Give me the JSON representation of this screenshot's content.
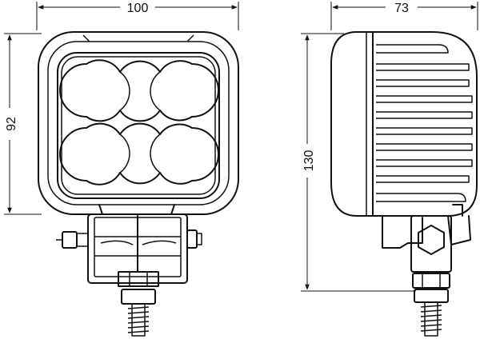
{
  "dimensions": {
    "front_width": "100",
    "front_height": "92",
    "side_depth": "73",
    "side_total_height": "130"
  }
}
